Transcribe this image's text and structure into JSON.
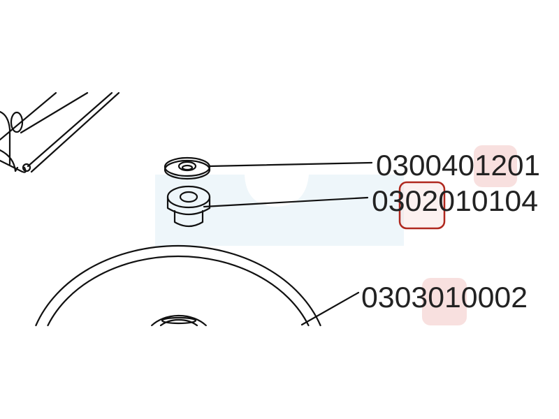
{
  "diagram": {
    "part_numbers": [
      {
        "label": "0300401201",
        "part": "washer"
      },
      {
        "label": "0302010104",
        "part": "bushing"
      },
      {
        "label": "0303010002",
        "part": "wheel"
      }
    ],
    "highlight_colors": {
      "focus_box": "#b0281e",
      "soft_highlight": "#f6d6d4",
      "background_panel": "#eef6fa"
    }
  }
}
